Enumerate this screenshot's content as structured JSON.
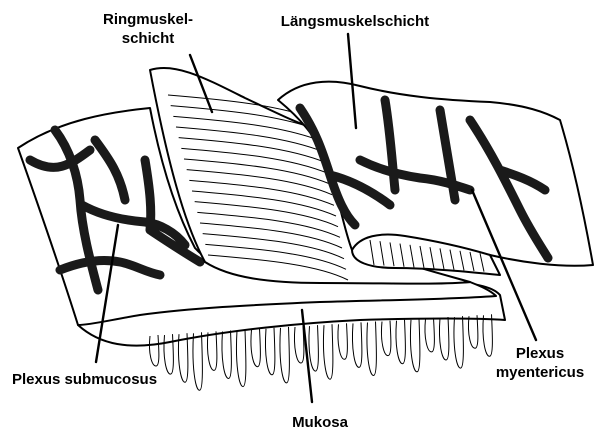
{
  "labels": {
    "ringmuskel_line1": "Ringmuskel-",
    "ringmuskel_line2": "schicht",
    "laengsmuskel": "Längsmuskelschicht",
    "plexus_submucosus": "Plexus submucosus",
    "plexus_myentericus_line1": "Plexus",
    "plexus_myentericus_line2": "myentericus",
    "mukosa": "Mukosa"
  }
}
